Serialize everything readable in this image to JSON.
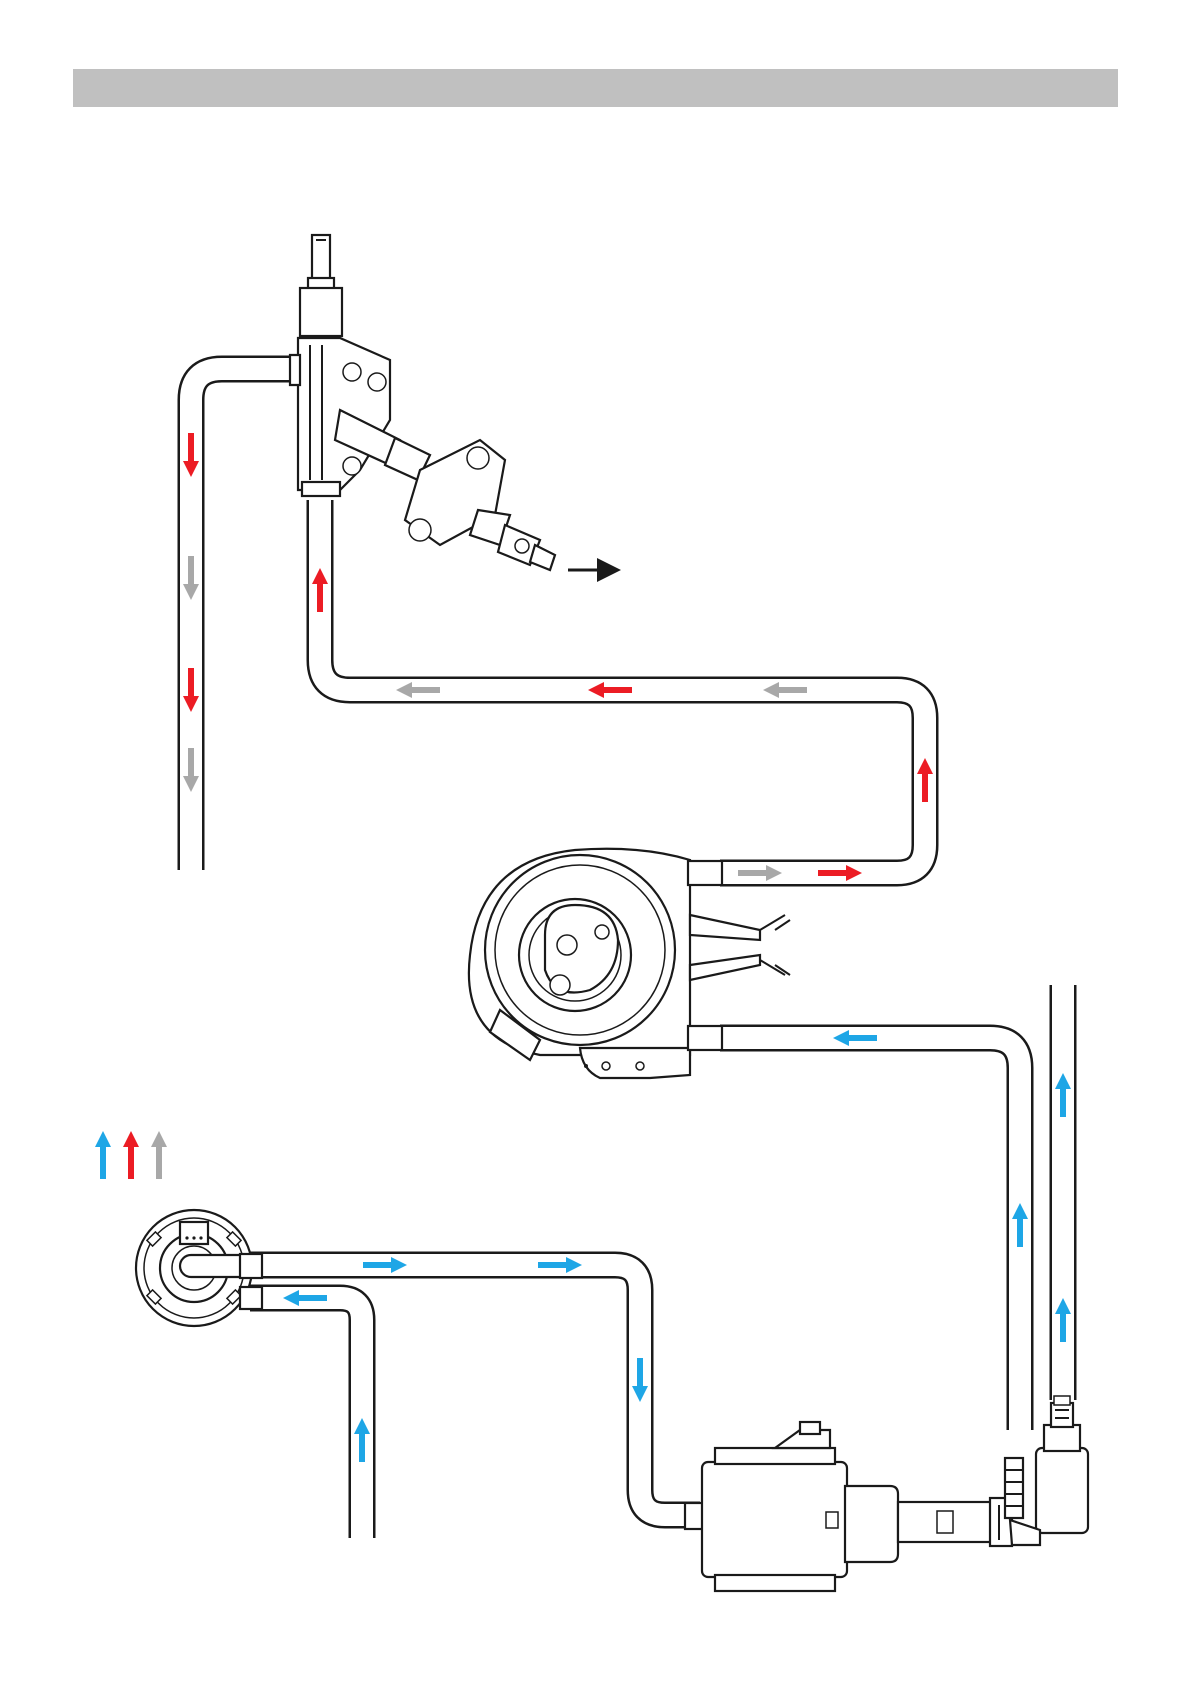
{
  "colors": {
    "header_bar": "#c0c0c0",
    "cold_water": "#1ea6e6",
    "hot_water": "#ec1c24",
    "steam": "#a8a8a8",
    "outline": "#1a1a1a",
    "output_arrow": "#1a1a1a"
  },
  "legend": {
    "items": [
      {
        "name": "cold-water-legend-arrow",
        "color": "#1ea6e6",
        "icon": "arrow-up-icon"
      },
      {
        "name": "hot-water-legend-arrow",
        "color": "#ec1c24",
        "icon": "arrow-up-icon"
      },
      {
        "name": "steam-legend-arrow",
        "color": "#a8a8a8",
        "icon": "arrow-up-icon"
      }
    ]
  },
  "components": [
    {
      "name": "water-tank-icon"
    },
    {
      "name": "pump-icon"
    },
    {
      "name": "flowmeter-icon"
    },
    {
      "name": "heater-thermoblock-icon"
    },
    {
      "name": "distribution-valve-icon"
    },
    {
      "name": "brew-unit-connector-icon"
    }
  ],
  "flow_arrows": [
    {
      "name": "tank-outlet-arrow-1",
      "color": "cold",
      "dir": "right"
    },
    {
      "name": "tank-outlet-arrow-2",
      "color": "cold",
      "dir": "right"
    },
    {
      "name": "tank-return-arrow",
      "color": "cold",
      "dir": "left"
    },
    {
      "name": "tank-return-riser-arrow",
      "color": "cold",
      "dir": "up"
    },
    {
      "name": "pump-feed-arrow",
      "color": "cold",
      "dir": "down"
    },
    {
      "name": "flowmeter-riser-arrow-1",
      "color": "cold",
      "dir": "up"
    },
    {
      "name": "flowmeter-riser-arrow-2",
      "color": "cold",
      "dir": "up"
    },
    {
      "name": "flowmeter-riser-arrow-3",
      "color": "cold",
      "dir": "up"
    },
    {
      "name": "heater-inlet-arrow",
      "color": "cold",
      "dir": "left"
    },
    {
      "name": "heater-outlet-arrow-steam",
      "color": "steam",
      "dir": "right"
    },
    {
      "name": "heater-outlet-arrow-hot",
      "color": "hot",
      "dir": "right"
    },
    {
      "name": "riser-hot-arrow",
      "color": "hot",
      "dir": "up"
    },
    {
      "name": "top-run-steam-arrow-1",
      "color": "steam",
      "dir": "left"
    },
    {
      "name": "top-run-hot-arrow",
      "color": "hot",
      "dir": "left"
    },
    {
      "name": "top-run-steam-arrow-2",
      "color": "steam",
      "dir": "left"
    },
    {
      "name": "valve-inlet-hot-arrow",
      "color": "hot",
      "dir": "up"
    },
    {
      "name": "left-drop-hot-arrow-1",
      "color": "hot",
      "dir": "down"
    },
    {
      "name": "left-drop-steam-arrow-1",
      "color": "steam",
      "dir": "down"
    },
    {
      "name": "left-drop-hot-arrow-2",
      "color": "hot",
      "dir": "down"
    },
    {
      "name": "left-drop-steam-arrow-2",
      "color": "steam",
      "dir": "down"
    },
    {
      "name": "coffee-output-arrow",
      "color": "output",
      "dir": "right"
    }
  ]
}
